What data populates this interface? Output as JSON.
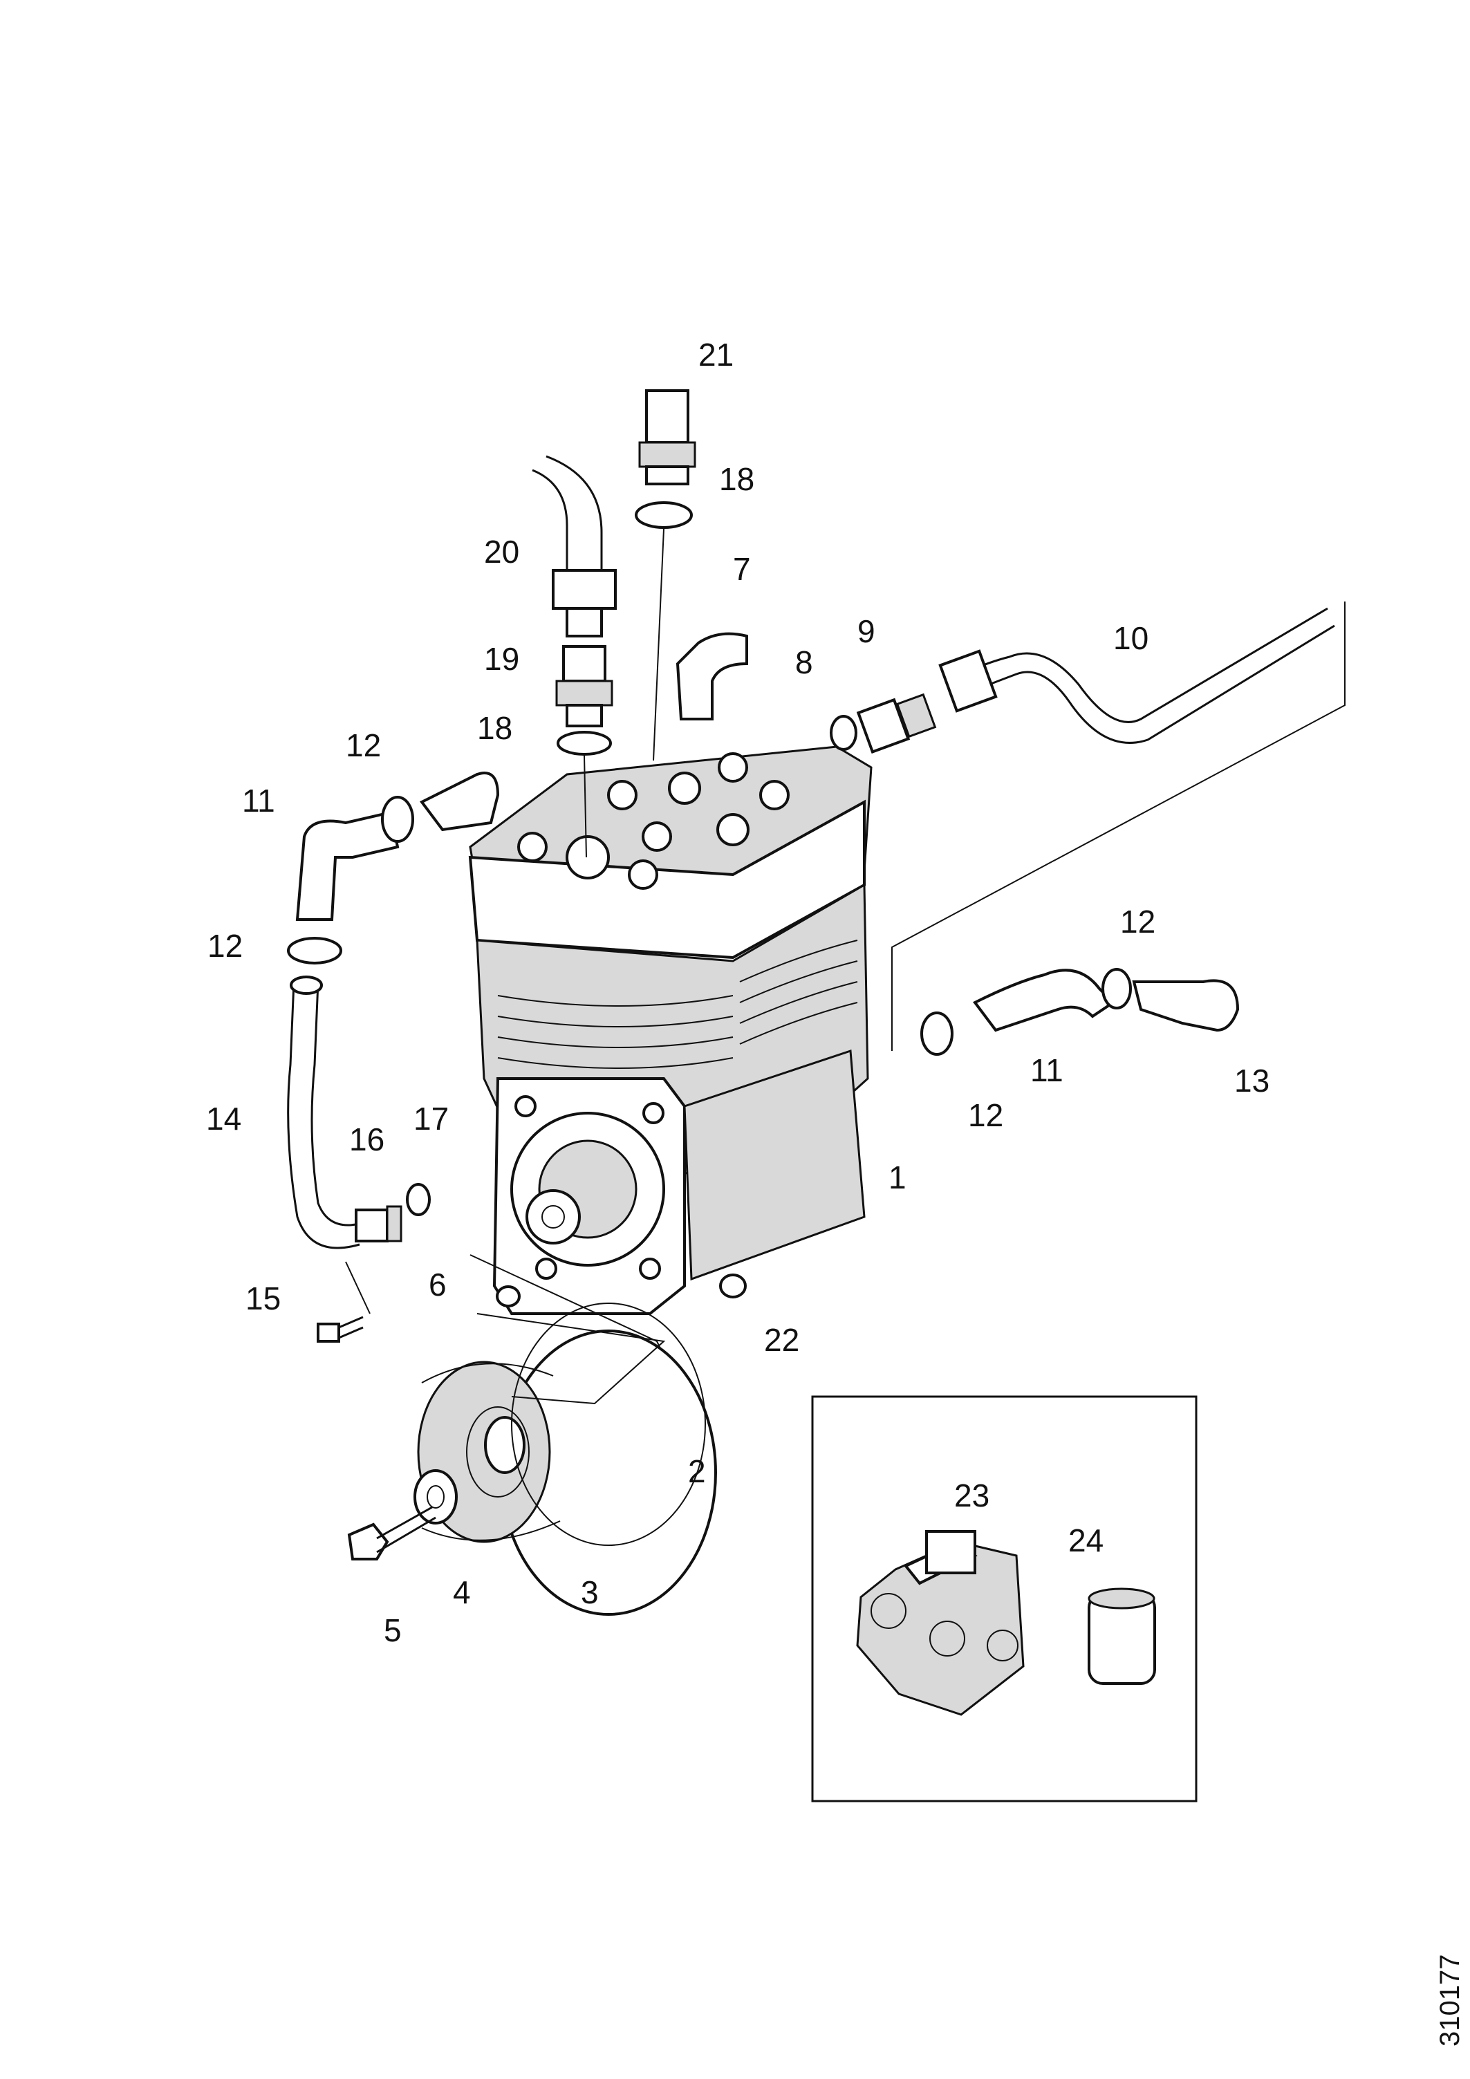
{
  "diagram": {
    "reference_number": "310177",
    "callouts": [
      {
        "id": "c1",
        "label": "1"
      },
      {
        "id": "c2",
        "label": "2"
      },
      {
        "id": "c3",
        "label": "3"
      },
      {
        "id": "c4",
        "label": "4"
      },
      {
        "id": "c5",
        "label": "5"
      },
      {
        "id": "c6",
        "label": "6"
      },
      {
        "id": "c7",
        "label": "7"
      },
      {
        "id": "c8",
        "label": "8"
      },
      {
        "id": "c9",
        "label": "9"
      },
      {
        "id": "c10",
        "label": "10"
      },
      {
        "id": "c11a",
        "label": "11"
      },
      {
        "id": "c11b",
        "label": "11"
      },
      {
        "id": "c12a",
        "label": "12"
      },
      {
        "id": "c12b",
        "label": "12"
      },
      {
        "id": "c12c",
        "label": "12"
      },
      {
        "id": "c12d",
        "label": "12"
      },
      {
        "id": "c13",
        "label": "13"
      },
      {
        "id": "c14",
        "label": "14"
      },
      {
        "id": "c15",
        "label": "15"
      },
      {
        "id": "c16",
        "label": "16"
      },
      {
        "id": "c17",
        "label": "17"
      },
      {
        "id": "c18a",
        "label": "18"
      },
      {
        "id": "c18b",
        "label": "18"
      },
      {
        "id": "c19",
        "label": "19"
      },
      {
        "id": "c20",
        "label": "20"
      },
      {
        "id": "c21",
        "label": "21"
      },
      {
        "id": "c22",
        "label": "22"
      },
      {
        "id": "c23",
        "label": "23"
      },
      {
        "id": "c24",
        "label": "24"
      }
    ]
  }
}
